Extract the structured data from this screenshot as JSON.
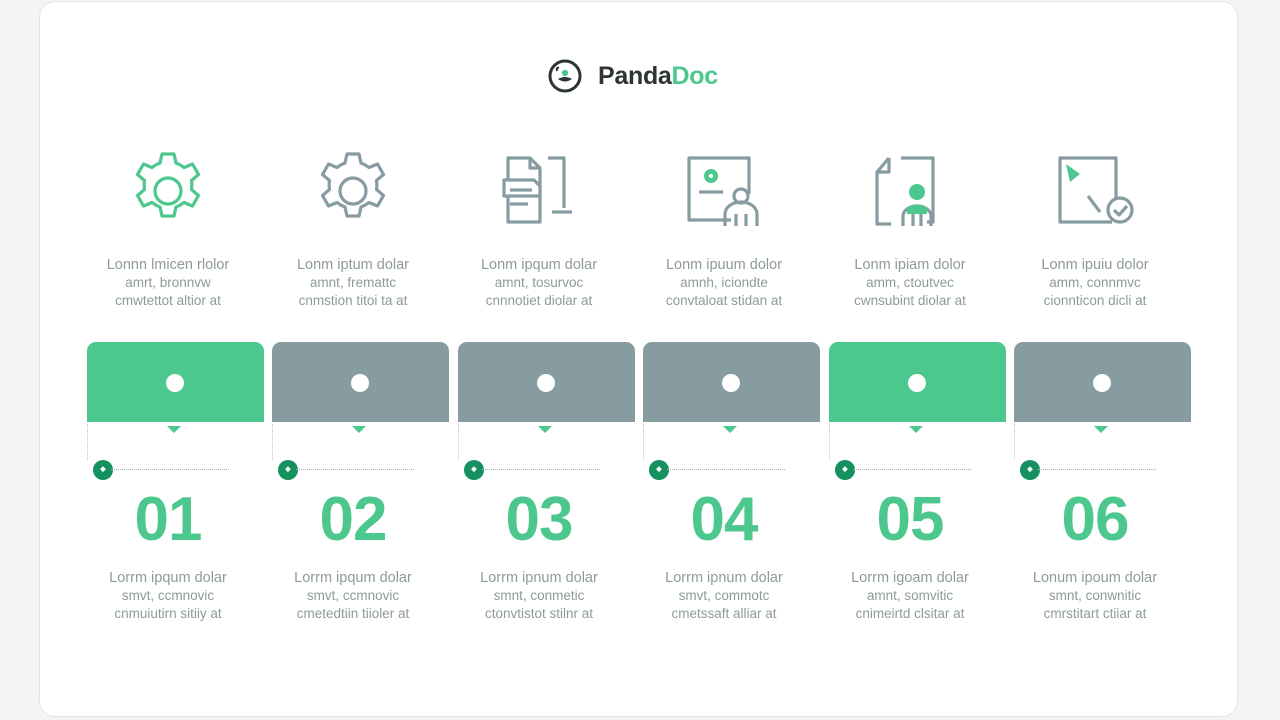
{
  "brand": {
    "name_start": "Panda",
    "name_accent": "Doc",
    "accent_color": "#4cc78d",
    "gray_color": "#879ca0"
  },
  "steps": [
    {
      "number": "01",
      "icon": "gear-icon",
      "box_color": "#4cc78d",
      "top_text": [
        "Lonnn lmicen rlolor",
        "amrt, bronnvw",
        "cmwtettot altior at"
      ],
      "bottom_text": [
        "Lorrm ipqum dolar",
        "smvt, ccmnovic",
        "cnmuiutirn sitiiy at"
      ]
    },
    {
      "number": "02",
      "icon": "gear-icon",
      "box_color": "#879ca0",
      "top_text": [
        "Lonm iptum dolar",
        "amnt, fremattc",
        "cnmstion titoi ta at"
      ],
      "bottom_text": [
        "Lorrm ipqum dolar",
        "smvt, ccmnovic",
        "cmetedtiin tiioler at"
      ]
    },
    {
      "number": "03",
      "icon": "document-fold-icon",
      "box_color": "#879ca0",
      "top_text": [
        "Lonm ipqum dolar",
        "amnt, tosurvoc",
        "cnnnotiet diolar at"
      ],
      "bottom_text": [
        "Lorrm ipnum dolar",
        "smnt, conmetic",
        "ctonvtistot stilnr at"
      ]
    },
    {
      "number": "04",
      "icon": "profile-card-icon",
      "box_color": "#879ca0",
      "top_text": [
        "Lonm ipuum dolor",
        "amnh, iciondte",
        "convtaloat stidan at"
      ],
      "bottom_text": [
        "Lorrm ipnum dolar",
        "smvt, commotc",
        "cmetssaft alliar at"
      ]
    },
    {
      "number": "05",
      "icon": "document-person-icon",
      "box_color": "#4cc78d",
      "top_text": [
        "Lonm ipiam dolor",
        "amm, ctoutvec",
        "cwnsubint diolar at"
      ],
      "bottom_text": [
        "Lorrm igoam dolar",
        "amnt, somvitic",
        "cnimeirtd clsitar at"
      ]
    },
    {
      "number": "06",
      "icon": "document-check-icon",
      "box_color": "#879ca0",
      "top_text": [
        "Lonm ipuiu dolor",
        "amm, connmvc",
        "cionnticon dicli at"
      ],
      "bottom_text": [
        "Lonum ipoum dolar",
        "smnt, conwnitic",
        "cmrstitart ctiiar at"
      ]
    }
  ]
}
